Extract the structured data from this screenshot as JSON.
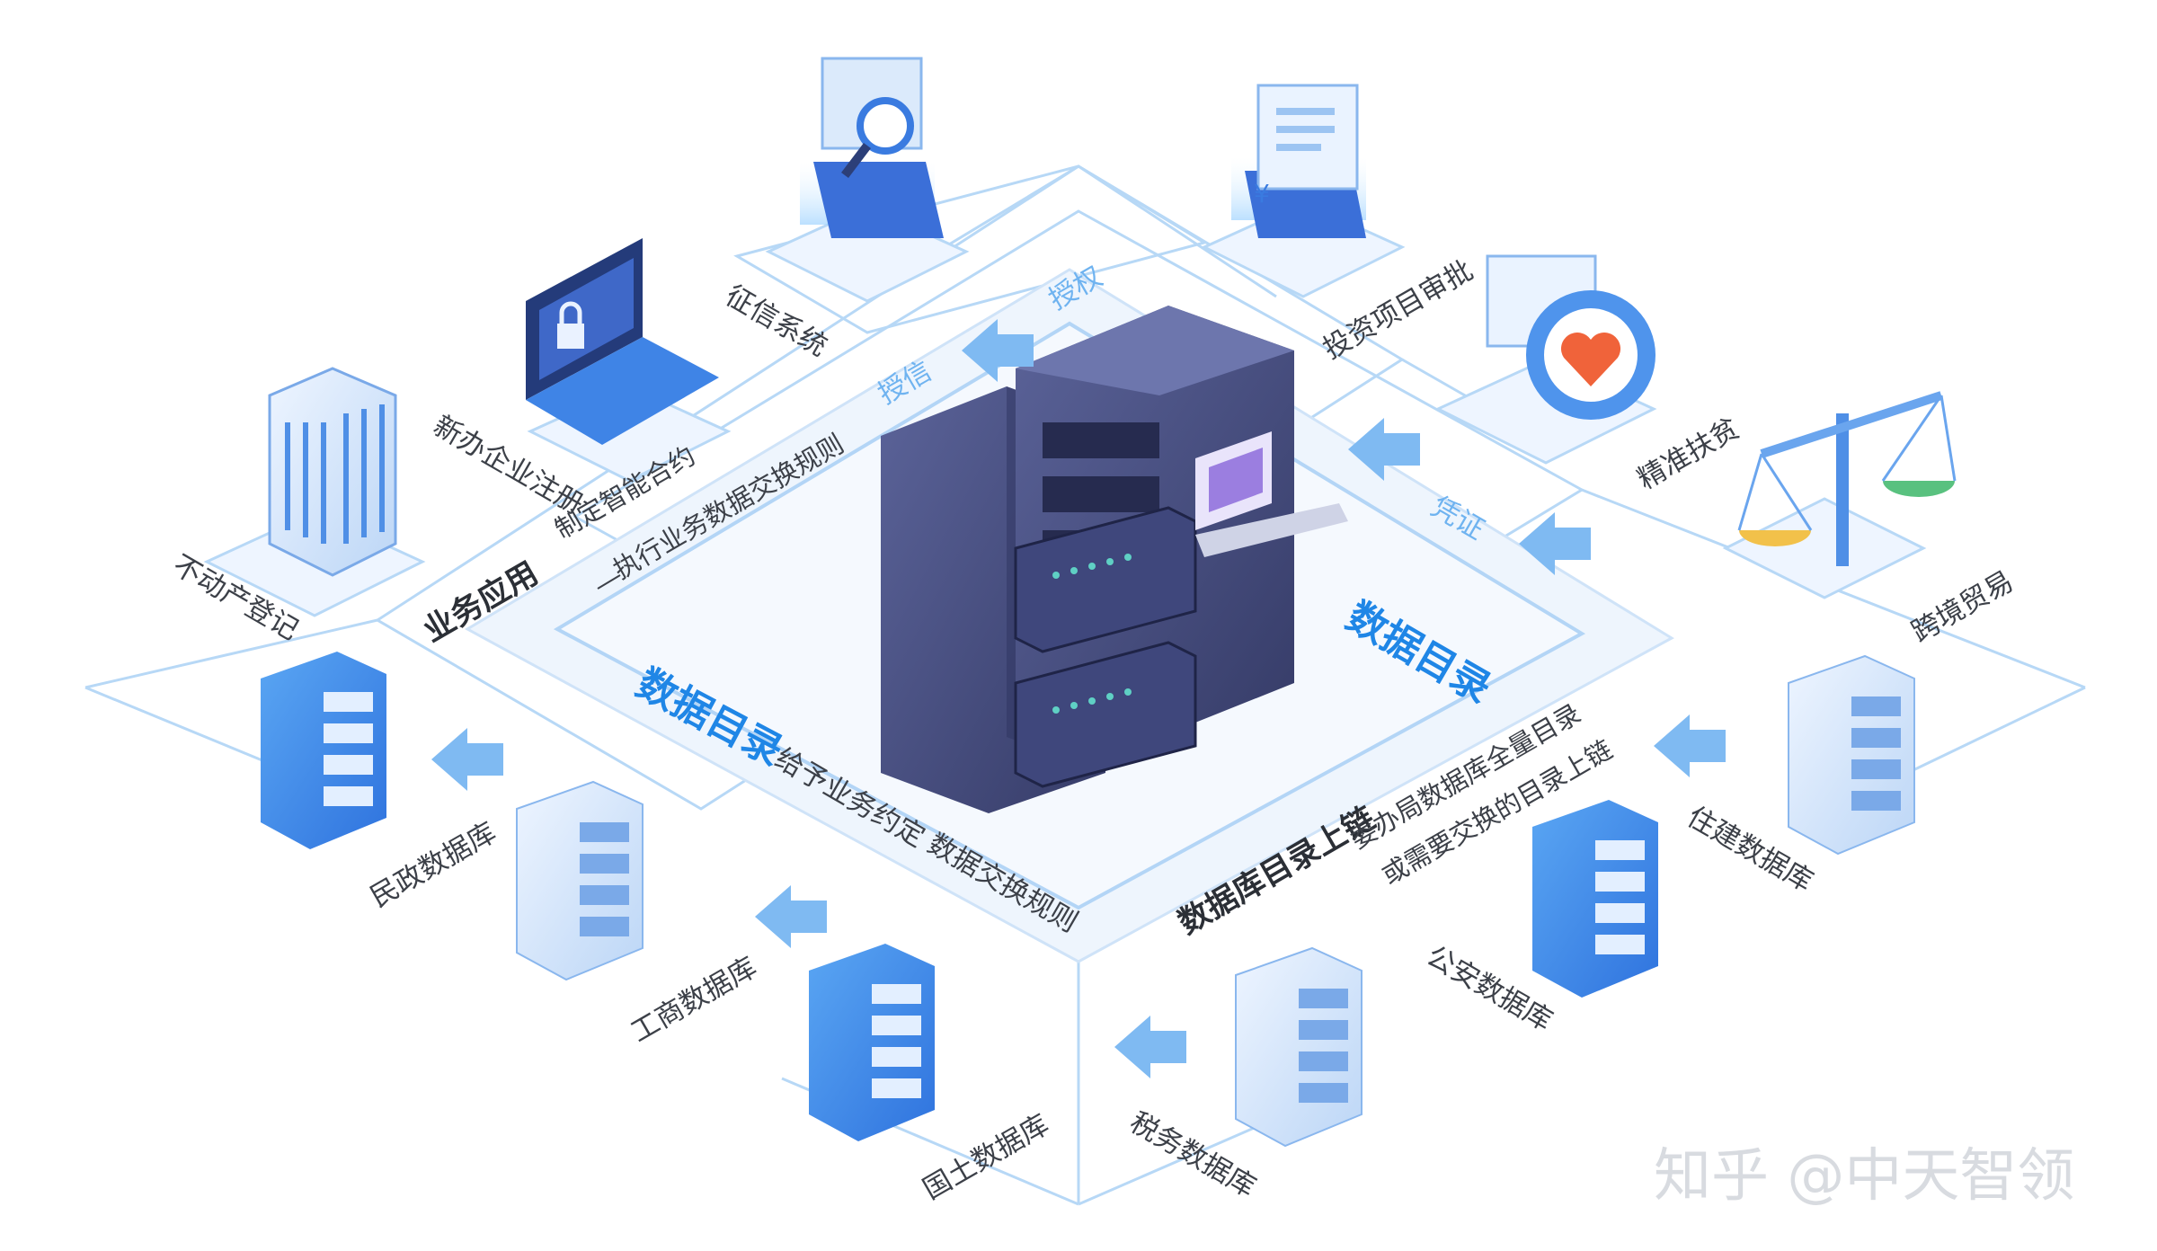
{
  "center": {
    "catalog_left": "数据目录",
    "catalog_right": "数据目录",
    "rule_a": "给予业务约定",
    "rule_b": "数据交换规则",
    "biz_app": "业务应用",
    "biz_line1": "制定智能合约",
    "biz_line2": "执行业务数据交换规则",
    "db_upload": "数据库目录上链",
    "db_line1": "委办局数据库全量目录",
    "db_line2": "或需要交换的目录上链"
  },
  "flows": {
    "authorize": "授权",
    "credit": "授信",
    "certificate": "凭证"
  },
  "apps": [
    {
      "id": "credit-system",
      "label": "征信系统"
    },
    {
      "id": "investment-approval",
      "label": "投资项目审批"
    },
    {
      "id": "new-enterprise",
      "label": "新办企业注册"
    },
    {
      "id": "poverty-aid",
      "label": "精准扶贫"
    },
    {
      "id": "real-estate",
      "label": "不动产登记"
    },
    {
      "id": "cross-border-trade",
      "label": "跨境贸易"
    }
  ],
  "databases": [
    {
      "id": "civil-affairs",
      "label": "民政数据库"
    },
    {
      "id": "industry-commerce",
      "label": "工商数据库"
    },
    {
      "id": "land",
      "label": "国土数据库"
    },
    {
      "id": "tax",
      "label": "税务数据库"
    },
    {
      "id": "public-security",
      "label": "公安数据库"
    },
    {
      "id": "housing",
      "label": "住建数据库"
    }
  ],
  "watermark": "知乎 @中天智领",
  "colors": {
    "accent": "#1f86e6",
    "line": "#a9d0f5",
    "server": "#4a5488"
  }
}
